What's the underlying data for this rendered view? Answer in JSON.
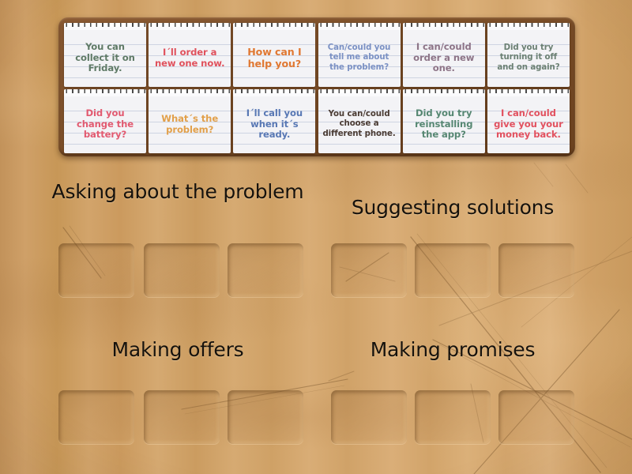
{
  "activity": {
    "type": "group-sort",
    "board_background": "wood",
    "tray_color": "#7d5029"
  },
  "cards": [
    {
      "id": "card-1",
      "text": "You can collect it on Friday.",
      "color": "#5f7a66",
      "size": "t-md"
    },
    {
      "id": "card-2",
      "text": "I´ll order a new one now.",
      "color": "#e0515c",
      "size": "t-md"
    },
    {
      "id": "card-3",
      "text": "How can I help you?",
      "color": "#e07832",
      "size": "t-lg"
    },
    {
      "id": "card-4",
      "text": "Can/could you tell me about the problem?",
      "color": "#7b91c4",
      "size": "t-sm"
    },
    {
      "id": "card-5",
      "text": "I can/could order a new one.",
      "color": "#8d7487",
      "size": "t-md"
    },
    {
      "id": "card-6",
      "text": "Did you try turning it off and on again?",
      "color": "#6b8073",
      "size": "t-sm"
    },
    {
      "id": "card-7",
      "text": "Did you change the battery?",
      "color": "#e25a70",
      "size": "t-md"
    },
    {
      "id": "card-8",
      "text": "What´s the problem?",
      "color": "#e2a04a",
      "size": "t-md"
    },
    {
      "id": "card-9",
      "text": "I´ll call you when it´s ready.",
      "color": "#5878b4",
      "size": "t-md"
    },
    {
      "id": "card-10",
      "text": "You can/could choose a different phone.",
      "color": "#4a3b33",
      "size": "t-sm"
    },
    {
      "id": "card-11",
      "text": "Did you try reinstalling the app?",
      "color": "#568772",
      "size": "t-md"
    },
    {
      "id": "card-12",
      "text": "I can/could give you your money back.",
      "color": "#e2515f",
      "size": "t-md"
    }
  ],
  "categories": [
    {
      "id": "cat-1",
      "title": "Asking about the problem"
    },
    {
      "id": "cat-2",
      "title": "Suggesting solutions"
    },
    {
      "id": "cat-3",
      "title": "Making offers"
    },
    {
      "id": "cat-4",
      "title": "Making promises"
    }
  ],
  "slots": [
    {
      "id": "slot-1",
      "category": "cat-1",
      "content": ""
    },
    {
      "id": "slot-2",
      "category": "cat-1",
      "content": ""
    },
    {
      "id": "slot-3",
      "category": "cat-1",
      "content": ""
    },
    {
      "id": "slot-4",
      "category": "cat-2",
      "content": ""
    },
    {
      "id": "slot-5",
      "category": "cat-2",
      "content": ""
    },
    {
      "id": "slot-6",
      "category": "cat-2",
      "content": ""
    },
    {
      "id": "slot-7",
      "category": "cat-3",
      "content": ""
    },
    {
      "id": "slot-8",
      "category": "cat-3",
      "content": ""
    },
    {
      "id": "slot-9",
      "category": "cat-3",
      "content": ""
    },
    {
      "id": "slot-10",
      "category": "cat-4",
      "content": ""
    },
    {
      "id": "slot-11",
      "category": "cat-4",
      "content": ""
    },
    {
      "id": "slot-12",
      "category": "cat-4",
      "content": ""
    }
  ]
}
